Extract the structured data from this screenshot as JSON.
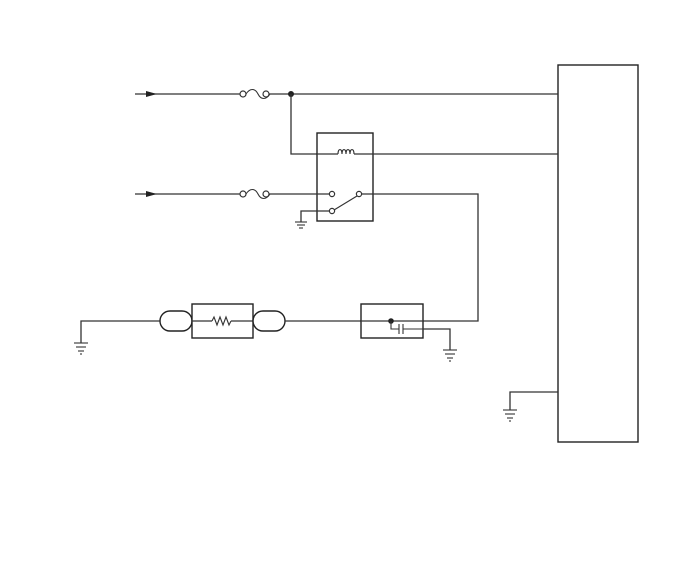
{
  "diagram": {
    "title": "",
    "labels": [],
    "colors": {
      "line": "#333333",
      "background": "#ffffff"
    },
    "components": [
      "input-arrow",
      "input-arrow",
      "fuse",
      "fuse",
      "splice-dot",
      "relay",
      "relay-coil",
      "relay-switch",
      "ground",
      "ground",
      "ground",
      "ground",
      "connector",
      "connector",
      "resistor-block",
      "capacitor-block",
      "control-module"
    ]
  }
}
